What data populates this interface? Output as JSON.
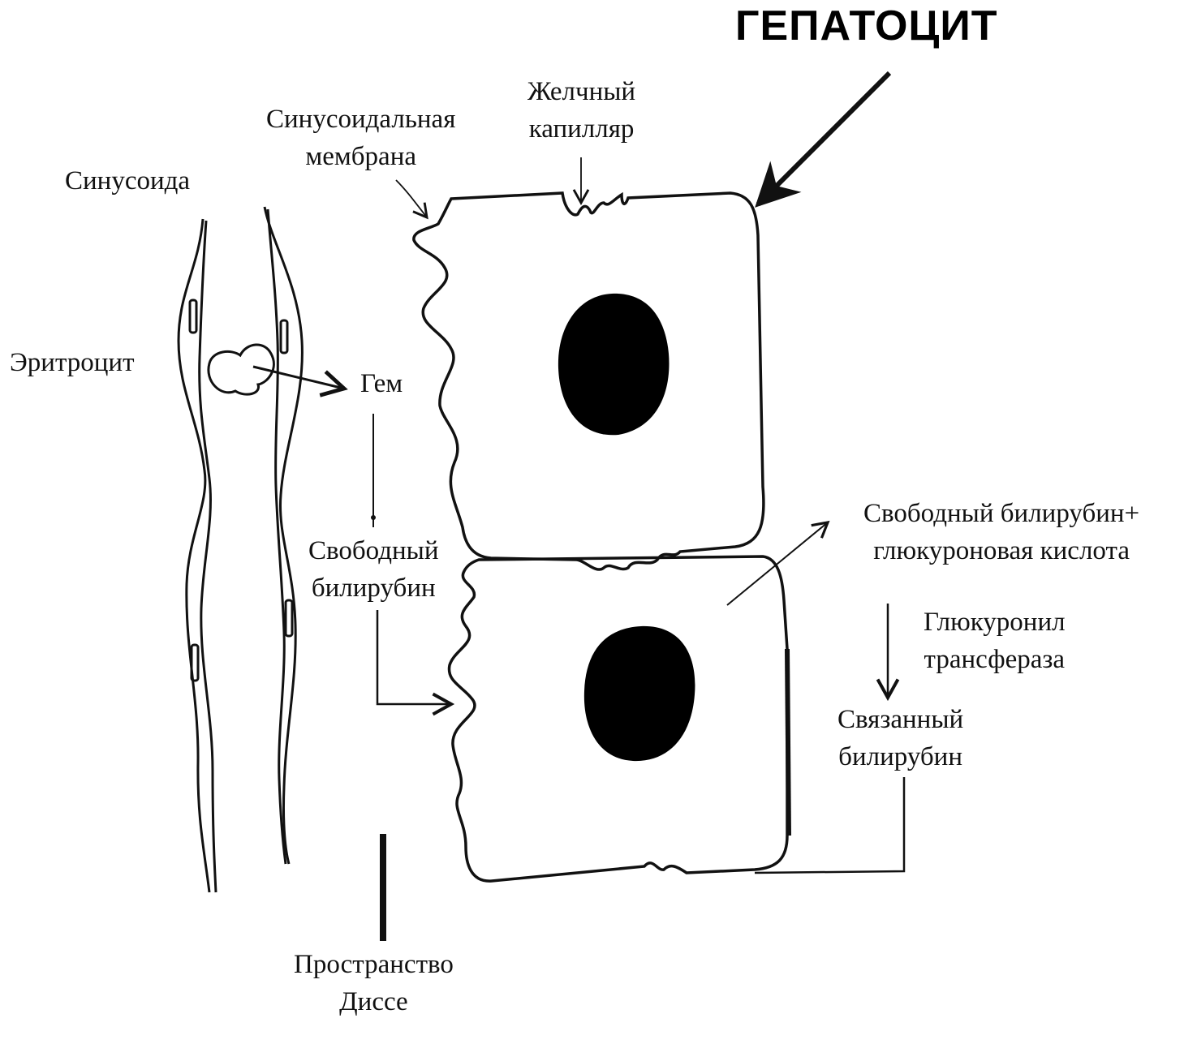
{
  "title": "ГЕПАТОЦИТ",
  "labels": {
    "sinusoid": "Синусоида",
    "sinusoidal_membrane": [
      "Синусоидальная",
      "мембрана"
    ],
    "bile_capillary": [
      "Желчный",
      "капилляр"
    ],
    "erythrocyte": "Эритроцит",
    "heme": "Гем",
    "free_bilirubin": [
      "Свободный",
      "билирубин"
    ],
    "free_bilirubin_plus_glucuronic": [
      "Свободный билирубин+",
      "глюкуроновая кислота"
    ],
    "glucuronyl_transferase": [
      "Глюкуронил",
      "трансфераза"
    ],
    "conjugated_bilirubin": [
      "Связанный",
      "билирубин"
    ],
    "space_of_disse": [
      "Пространство",
      "Диссе"
    ]
  },
  "colors": {
    "ink": "#111111",
    "nucleus": "#000000",
    "background": "#ffffff"
  }
}
